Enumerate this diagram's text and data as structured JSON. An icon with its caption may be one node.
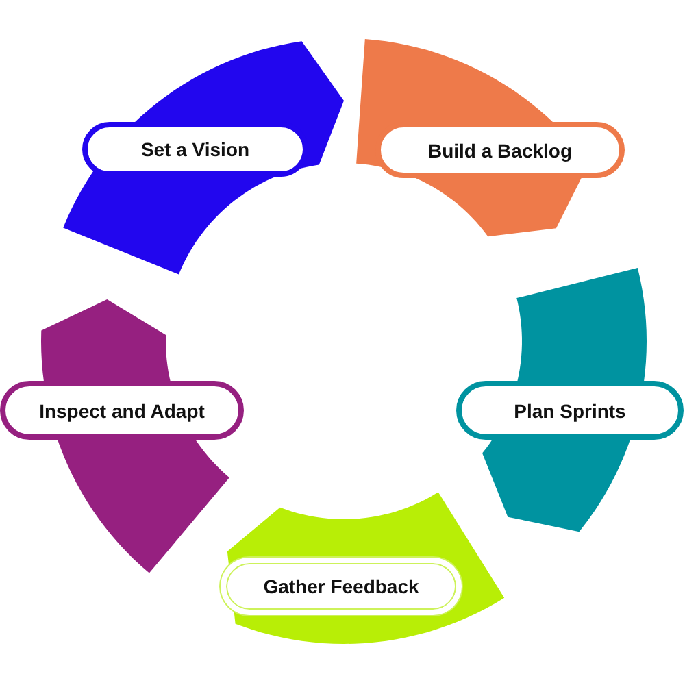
{
  "diagram": {
    "nodes": [
      {
        "text": [
          "Set a Vision"
        ]
      },
      {
        "text": [
          "Build a Backlog"
        ]
      },
      {
        "text": [
          "Plan Sprints"
        ]
      },
      {
        "text": [
          "Gather Feedback"
        ]
      },
      {
        "text": [
          "Inspect and Adapt"
        ]
      }
    ]
  }
}
